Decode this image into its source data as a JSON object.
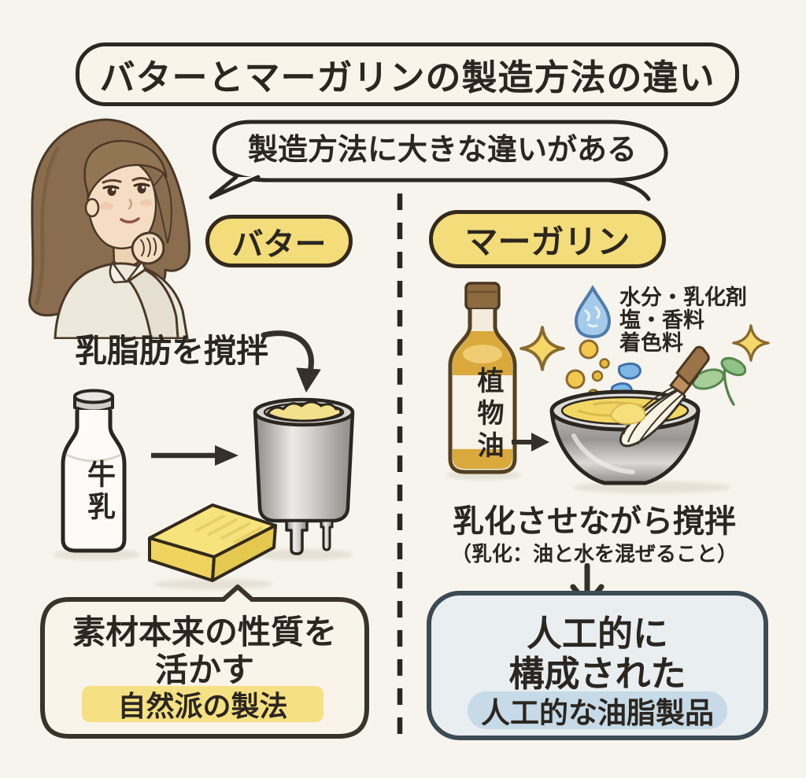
{
  "header": {
    "title": "バターとマーガリンの製造方法の違い",
    "speech_bubble": "製造方法に大きな違いがある"
  },
  "butter_column": {
    "label": "バター",
    "process": "乳脂肪を撹拌",
    "milk_bottle_label": "牛乳",
    "result_line1": "素材本来の性質を",
    "result_line2": "活かす",
    "result_tag": "自然派の製法"
  },
  "margarine_column": {
    "label": "マーガリン",
    "oil_bottle_label": "植物油",
    "additives": [
      "水分・乳化剤",
      "塩・香料",
      "着色料"
    ],
    "process": "乳化させながら撹拌",
    "process_note": "（乳化：油と水を混ぜること）",
    "result_line1": "人工的に",
    "result_line2": "構成された",
    "result_tag": "人工的な油脂製品"
  },
  "icons": [
    "woman-thinking-illustration",
    "speech-bubble",
    "milk-bottle-illustration",
    "butter-churn-illustration",
    "butter-block-illustration",
    "oil-bottle-illustration",
    "water-drop-icon",
    "sparkle-icon",
    "mixing-bowl-whisk-illustration",
    "leaf-icon",
    "arrow-right-icon",
    "arrow-curved-icon",
    "arrow-down-icon",
    "dashed-divider"
  ],
  "colors": {
    "background": "#F7F4ED",
    "ink": "#2B2620",
    "panel_cream": "#F8F4EA",
    "pill_yellow": "#F3DC7A",
    "pill_border": "#33291C",
    "highlight_yellow": "#F5E083",
    "result_blue_bg": "#E9EEF1",
    "result_blue_border": "#3C4A54",
    "result_blue_pill": "#C6DAE7",
    "butter_yellow": "#F5E07A",
    "oil_amber": "#D9A93C",
    "drop_blue": "#A6CBEA",
    "leaf_green": "#8FC284",
    "steel_gray": "#C9C7C3"
  }
}
